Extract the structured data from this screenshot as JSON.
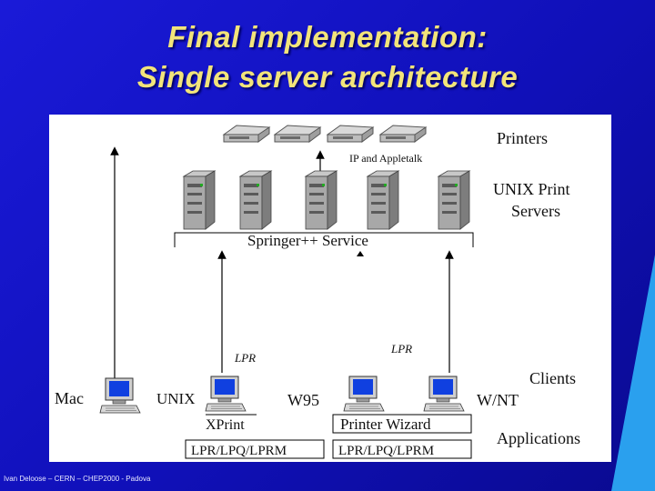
{
  "slide": {
    "title_line1": "Final implementation:",
    "title_line2": "Single server architecture",
    "footer": "Ivan Deloose – CERN – CHEP2000 - Padova"
  },
  "diagram": {
    "labels": {
      "printers": "Printers",
      "protocols": "IP and Appletalk",
      "servers_line1": "UNIX Print",
      "servers_line2": "Servers",
      "service": "Springer++ Service",
      "clients": "Clients",
      "applications": "Applications",
      "lpr_left": "LPR",
      "lpr_right": "LPR"
    },
    "clients": [
      {
        "name": "Mac"
      },
      {
        "name": "UNIX"
      },
      {
        "name": "W95"
      },
      {
        "name": "W/NT"
      }
    ],
    "applications": {
      "xprint": "XPrint",
      "printer_wizard": "Printer Wizard",
      "lpr_tools_left": "LPR/LPQ/LPRM",
      "lpr_tools_right": "LPR/LPQ/LPRM"
    },
    "icons": {
      "printer": "printer-icon",
      "server": "server-tower-icon",
      "client": "desktop-computer-icon"
    }
  }
}
